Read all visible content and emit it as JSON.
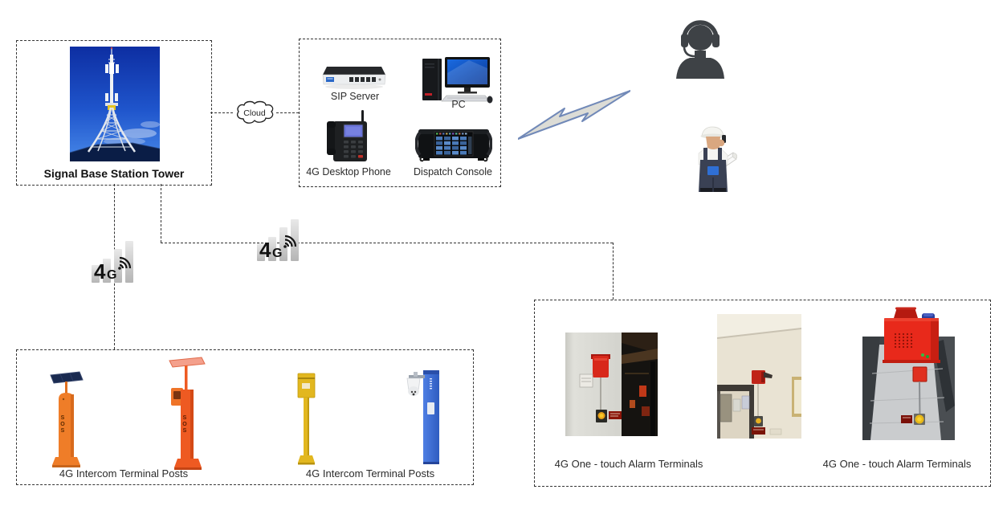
{
  "page": {
    "background": "#ffffff"
  },
  "colors": {
    "dashed_line": "#333333",
    "bolt_stroke": "#7189b8",
    "bolt_fill": "#dcdcd6",
    "silhouette": "#3e4246",
    "post_orange": "#ef7d28",
    "post_orange_red": "#ee5a22",
    "post_yellow": "#e2b71f",
    "post_blue": "#3f6fd8",
    "alarm_red": "#e8291b"
  },
  "base_station": {
    "label": "Signal Base Station Tower"
  },
  "cloud": {
    "label": "Cloud"
  },
  "control_center": {
    "sip_server_label": "SIP Server",
    "pc_label": "PC",
    "phone_label": "4G Desktop Phone",
    "console_label": "Dispatch Console"
  },
  "network": {
    "badge_4": "4",
    "badge_g": "G"
  },
  "intercom_terminals": {
    "label_left": "4G Intercom Terminal Posts",
    "label_right": "4G Intercom Terminal Posts",
    "sos_text": "SOS"
  },
  "alarm_terminals": {
    "label_left": "4G One - touch Alarm Terminals",
    "label_right": "4G One - touch Alarm Terminals"
  }
}
